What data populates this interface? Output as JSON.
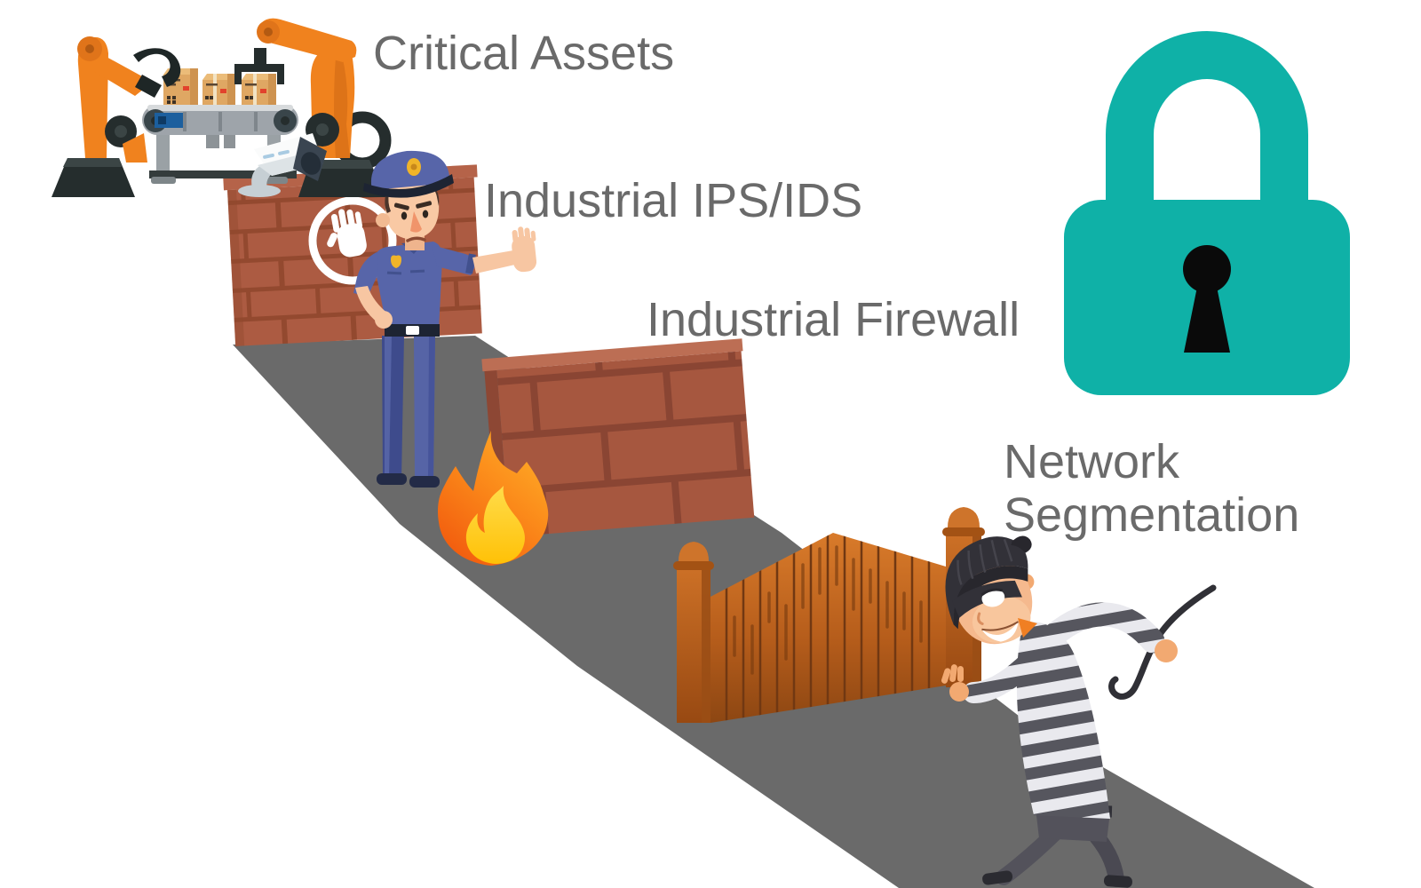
{
  "diagram": {
    "labels": {
      "critical_assets": "Critical Assets",
      "industrial_ips_ids": "Industrial IPS/IDS",
      "industrial_firewall": "Industrial Firewall",
      "network_segmentation": "Network\nSegmentation"
    },
    "icons": {
      "factory": "robot-arms-conveyor-icon",
      "camera": "security-camera-icon",
      "officer": "police-officer-icon",
      "stop_hand": "stop-hand-icon",
      "wall_small": "brick-wall-icon",
      "wall_large": "brick-wall-icon",
      "fire": "fire-icon",
      "padlock": "padlock-icon",
      "fence": "wooden-fence-gate-icon",
      "burglar": "burglar-icon",
      "road": "path-road-shape"
    },
    "colors": {
      "label_text": "#6A6A6A",
      "road_gray": "#6A6A6A",
      "brick_front": "#A6573F",
      "brick_grout": "#8A4533",
      "brick_top": "#BC6E54",
      "padlock_teal": "#0FB1A7",
      "keyhole_black": "#0A0A0A",
      "robot_orange": "#F0821E",
      "machine_dark": "#252D2D",
      "conveyor_gray": "#9EA4AA",
      "box_tan": "#DFA763",
      "fence_orange_light": "#DA7C2B",
      "fence_orange_dark": "#8A4512",
      "police_uniform_blue": "#5765A9",
      "police_pants_dark": "#3E4B8C",
      "police_skin": "#F9C9A4",
      "burglar_skin": "#F5B98E",
      "burglar_hat_mask": "#323138",
      "stripe_dark": "#56565E",
      "stripe_light": "#E9E9EE",
      "burglar_pants": "#53525B",
      "fire_orange_deep": "#F25B0E",
      "fire_orange": "#FB8A1A",
      "fire_yellow": "#FFDC4A",
      "stop_hand_white": "#FFFFFF"
    }
  }
}
